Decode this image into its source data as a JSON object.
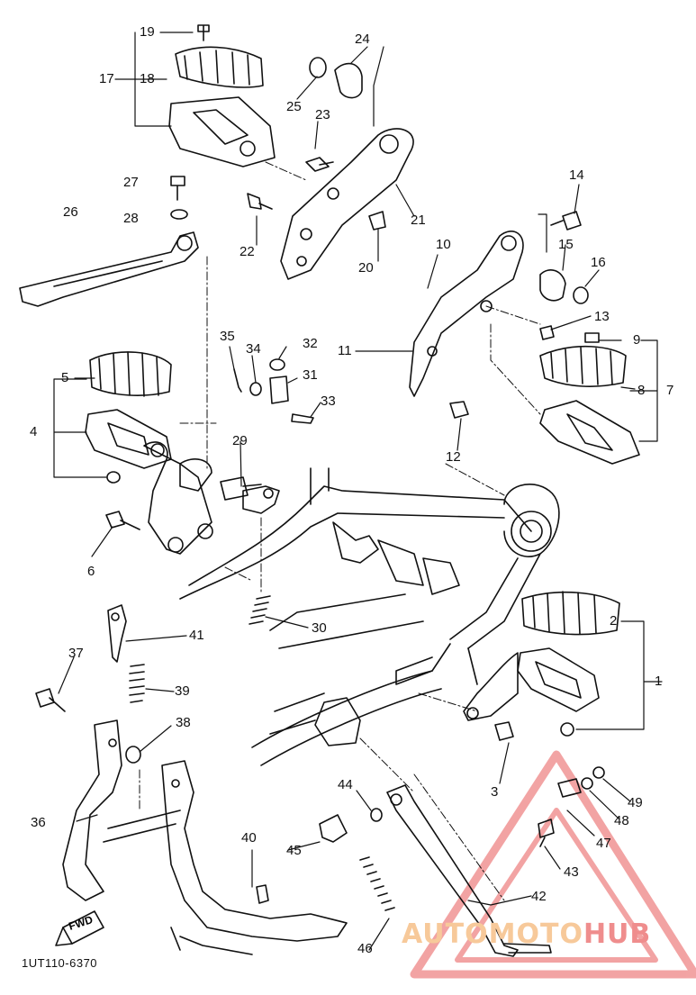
{
  "diagram": {
    "drawing_code": "1UT110-6370",
    "direction_marker": "FWD",
    "watermark": {
      "prefix": "AUTO",
      "middle": "MOTO",
      "suffix": "HUB"
    },
    "watermark_colors": {
      "prefix": "#f7c99a",
      "middle": "#f7c99a",
      "suffix": "#ef8d8d",
      "triangle": "#f19a9a"
    },
    "callouts": [
      "1",
      "2",
      "3",
      "4",
      "5",
      "6",
      "7",
      "8",
      "9",
      "10",
      "11",
      "12",
      "13",
      "14",
      "15",
      "16",
      "17",
      "18",
      "19",
      "20",
      "21",
      "22",
      "23",
      "24",
      "25",
      "26",
      "27",
      "28",
      "29",
      "30",
      "31",
      "32",
      "33",
      "34",
      "35",
      "36",
      "37",
      "38",
      "39",
      "40",
      "41",
      "42",
      "43",
      "44",
      "45",
      "46",
      "47",
      "48",
      "49"
    ]
  }
}
